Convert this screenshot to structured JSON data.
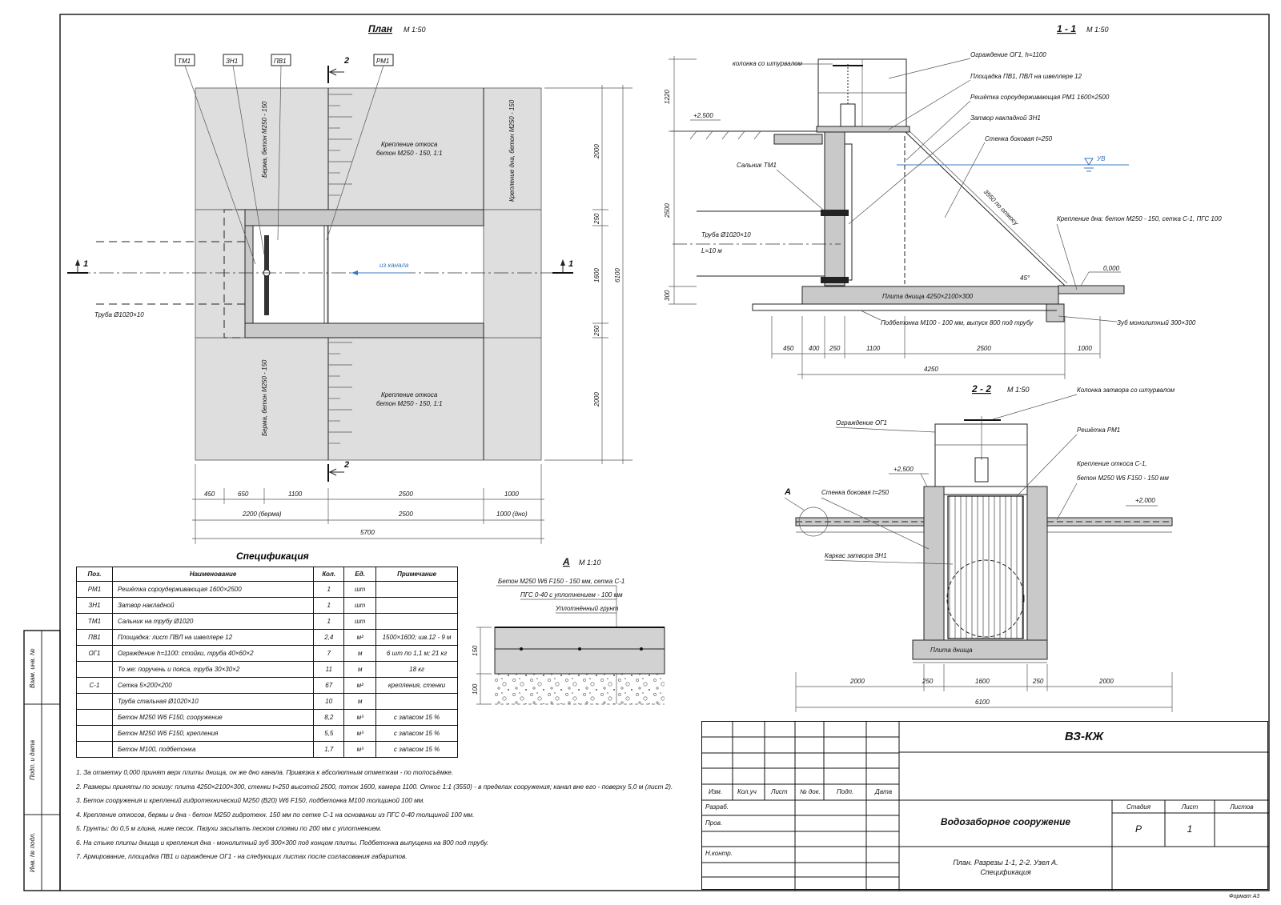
{
  "plan": {
    "title": "План",
    "scale": "М 1:50",
    "tags": [
      "ТМ1",
      "ЗН1",
      "ПВ1",
      "РМ1"
    ],
    "section_mark_1": "1",
    "section_mark_2": "2",
    "berm_top": "Берма, бетон М250 - 150",
    "berm_bottom": "Берма, бетон М250 - 150",
    "slope_top": "Крепление откоса бетон М250 - 150, 1:1",
    "slope_bottom": "Крепление откоса бетон М250 - 150, 1:1",
    "bottom_fix": "Крепление дна, бетон М250 - 150",
    "flow": "из канала",
    "pipe": "Труба Ø1020×10",
    "dims_bottom_1": [
      "450",
      "650",
      "1100",
      "2500",
      "1000"
    ],
    "dims_bottom_2": [
      "2200 (берма)",
      "2500",
      "1000 (дно)"
    ],
    "dims_bottom_3": "5700",
    "dims_right_1": [
      "2000",
      "250",
      "1600",
      "250",
      "2000"
    ],
    "dims_right_2": "6100"
  },
  "section11": {
    "title": "1 - 1",
    "scale": "М 1:50",
    "labels": {
      "column": "колонка со штурвалом",
      "fence": "Ограждение ОГ1, h=1100",
      "platform": "Площадка ПВ1, ПВЛ на швеллере 12",
      "grate": "Решётка сороудерживающая РМ1 1600×2500",
      "gate": "Затвор накладной ЗН1",
      "wall": "Стенка боковая t=250",
      "level": "УВ",
      "gland": "Сальник ТМ1",
      "pipe1": "Труба Ø1020×10",
      "pipe2": "L=10 м",
      "slope_len": "3550 по откосу",
      "bottom_fix": "Крепление дна: бетон М250 - 150, сетка С-1, ПГС 100",
      "elev_top": "+2,500",
      "elev_zero": "0,000",
      "angle": "45°",
      "slab": "Плита днища 4250×2100×300",
      "prep": "Подбетонка М100 - 100 мм, выпуск 800 под трубу",
      "tooth": "Зуб монолитный 300×300"
    },
    "dims_left": [
      "1220",
      "2500",
      "300"
    ],
    "dims_bottom_1": [
      "450",
      "400",
      "250",
      "1100",
      "2500",
      "1000"
    ],
    "dims_bottom_2": "4250"
  },
  "section22": {
    "title": "2 - 2",
    "scale": "М 1:50",
    "labels": {
      "column": "Колонка затвора со штурвалом",
      "fence": "Ограждение ОГ1",
      "grate": "Решётка РМ1",
      "slope1": "Крепление откоса С-1,",
      "slope2": "бетон М250 W6 F150 - 150 мм",
      "elev_left": "+2,500",
      "elev_right": "+2,000",
      "node": "А",
      "wall": "Стенка боковая t=250",
      "frame": "Каркас затвора ЗН1",
      "slab": "Плита днища"
    },
    "dims_1": [
      "2000",
      "250",
      "1600",
      "250",
      "2000"
    ],
    "dims_2": "6100"
  },
  "nodeA": {
    "title": "А",
    "scale": "М 1:10",
    "l1": "Бетон М250 W6 F150 - 150 мм, сетка С-1",
    "l2": "ПГС 0-40 с уплотнением - 100 мм",
    "l3": "Уплотнённый грунт",
    "d1": "150",
    "d2": "100"
  },
  "spec": {
    "title": "Спецификация",
    "headers": [
      "Поз.",
      "Наименование",
      "Кол.",
      "Ед.",
      "Примечание"
    ],
    "rows": [
      [
        "РМ1",
        "Решётка сороудерживающая 1600×2500",
        "1",
        "шт",
        ""
      ],
      [
        "ЗН1",
        "Затвор накладной",
        "1",
        "шт",
        ""
      ],
      [
        "ТМ1",
        "Сальник на трубу Ø1020",
        "1",
        "шт",
        ""
      ],
      [
        "ПВ1",
        "Площадка: лист ПВЛ на швеллере 12",
        "2,4",
        "м²",
        "1500×1600; шв.12 - 9 м"
      ],
      [
        "ОГ1",
        "Ограждение h=1100: стойки, труба 40×60×2",
        "7",
        "м",
        "6 шт по 1,1 м; 21 кг"
      ],
      [
        "",
        "То же: поручень и пояса, труба 30×30×2",
        "11",
        "м",
        "18 кг"
      ],
      [
        "С-1",
        "Сетка 5×200×200",
        "67",
        "м²",
        "крепления, стенки"
      ],
      [
        "",
        "Труба стальная Ø1020×10",
        "10",
        "м",
        ""
      ],
      [
        "",
        "Бетон М250 W6 F150, сооружение",
        "8,2",
        "м³",
        "с запасом 15 %"
      ],
      [
        "",
        "Бетон М250 W6 F150, крепления",
        "5,5",
        "м³",
        "с запасом 15 %"
      ],
      [
        "",
        "Бетон М100, подбетонка",
        "1,7",
        "м³",
        "с запасом 15 %"
      ]
    ]
  },
  "notes": [
    "1. За отметку 0,000 принят верх плиты днища, он же дно канала. Привязка к абсолютным отметкам - по топосъёмке.",
    "2. Размеры приняты по эскизу: плита 4250×2100×300, стенки t=250 высотой 2500, поток 1600, камера 1100. Откос 1:1 (3550) - в пределах сооружения; канал вне его - поверху 5,0 м (лист 2).",
    "3. Бетон сооружения и креплений гидротехнический М250 (В20) W6 F150, подбетонка М100 толщиной 100 мм.",
    "4. Крепление откосов, бермы и дна - бетон М250 гидротехн. 150 мм по сетке С-1 на основании из ПГС 0-40 толщиной 100 мм.",
    "5. Грунты: до 0,5 м глина, ниже песок. Пазухи засыпать песком слоями по 200 мм с уплотнением.",
    "6. На стыке плиты днища и крепления дна - монолитный зуб 300×300 под концом плиты. Подбетонка выпущена на 800 под трубу.",
    "7. Армирование, площадка ПВ1 и ограждение ОГ1 - на следующих листах после согласования габаритов."
  ],
  "stamp": {
    "code": "ВЗ-КЖ",
    "title": "Водозаборное сооружение",
    "subtitle1": "План. Разрезы 1-1, 2-2. Узел А.",
    "subtitle2": "Спецификация",
    "cols": [
      "Изм.",
      "Кол.уч",
      "Лист",
      "№ док.",
      "Подп.",
      "Дата"
    ],
    "roles": [
      "Разраб.",
      "Пров.",
      "Н.контр."
    ],
    "stage_h": "Стадия",
    "sheet_h": "Лист",
    "sheets_h": "Листов",
    "stage": "Р",
    "sheet": "1",
    "format": "Формат А3"
  },
  "side": {
    "c1": "Взам. инв. №",
    "c2": "Подп. и дата",
    "c3": "Инв. № подл."
  }
}
